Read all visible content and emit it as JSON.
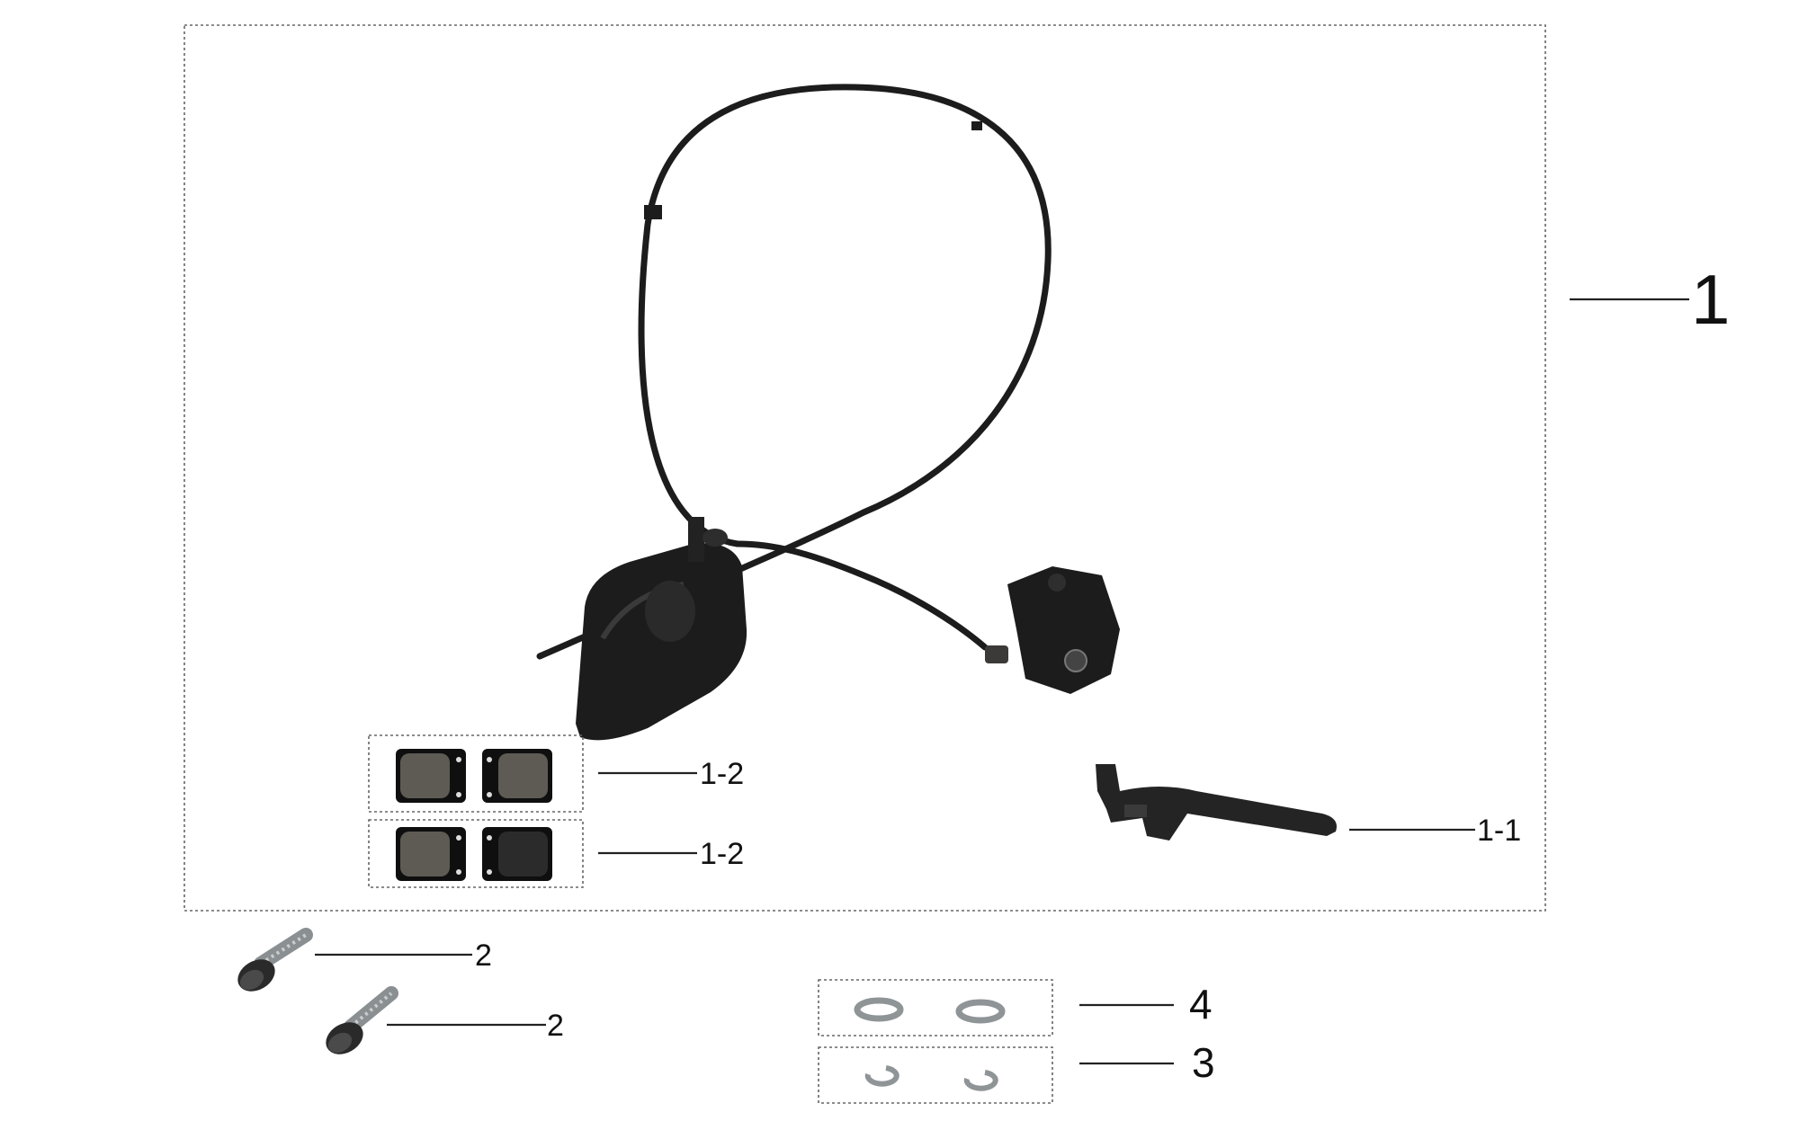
{
  "labels": {
    "kit": "1",
    "lever": "1-1",
    "pads_top": "1-2",
    "pads_bottom": "1-2",
    "bolt_top": "2",
    "bolt_bottom": "2",
    "washer_flat": "4",
    "washer_spring": "3"
  },
  "icons": {
    "hose": "brake-hose-icon",
    "caliper": "brake-caliper-icon",
    "master": "master-cylinder-icon",
    "lever": "brake-lever-icon",
    "pad": "brake-pad-icon",
    "bolt": "bolt-icon",
    "flat_washer": "flat-washer-icon",
    "spring_washer": "spring-washer-icon"
  },
  "colors": {
    "part_dark": "#1c1c1c",
    "pad_friction": "#5e5b55",
    "bolt_metal": "#8a8f92",
    "washer_metal": "#9a9fa2"
  }
}
